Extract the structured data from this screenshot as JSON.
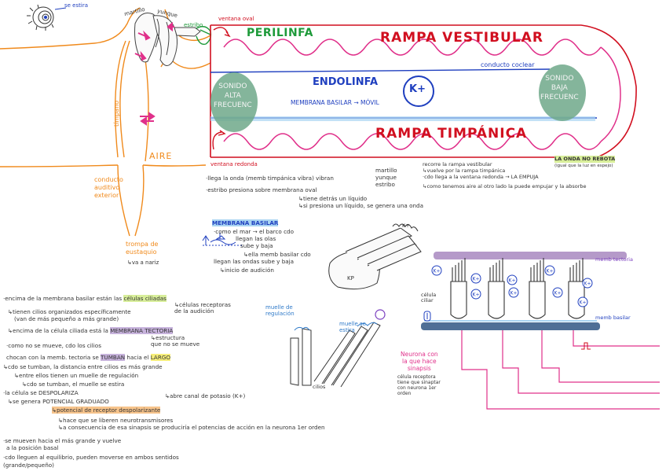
{
  "ear": {
    "se_estira": "se estira",
    "martillo": "martillo",
    "yunque": "yunque",
    "estribo": "estribo",
    "timpano": "tímpano",
    "aire": "AIRE",
    "conducto_auditivo": [
      "conducto",
      "auditivo",
      "exterior"
    ],
    "trompa": [
      "trompa de",
      "eustaquio"
    ],
    "va_nariz": "↳va a nariz"
  },
  "cochlea": {
    "ventana_oval": "ventana oval",
    "ventana_redonda": "ventana redonda",
    "perilinfa": "PERILINFA",
    "rampa_vestibular": "RAMPA  VESTIBULAR",
    "conducto_coclear": "conducto coclear",
    "endolinfa": "ENDOLINFA",
    "k_plus": "K+",
    "membrana_basilar_movil": "MEMBRANA BASILAR → MÓVIL",
    "rampa_timpanica": "RAMPA  TIMPÁNICA",
    "sonido_alta": [
      "SONIDO",
      "ALTA",
      "FRECUENC"
    ],
    "sonido_baja": [
      "SONIDO",
      "BAJA",
      "FRECUENC"
    ]
  },
  "notes_mid": {
    "l1": "·llega la onda (memb timpánica vibra) vibran",
    "l1b": [
      "martillo",
      "yunque",
      "estribo"
    ],
    "l2": "·estribo presiona sobre membrana oval",
    "l3": "↳tiene detrás un líquido",
    "l4": "↳si presiona un líquido, se genera una onda"
  },
  "notes_right": {
    "l1": "recorre la rampa vestibular",
    "l2": "↳vuelve por la rampa timpánica",
    "l3": "·cdo llega a la ventana redonda → LA EMPUJA",
    "l4": "↳como tenemos aire al otro lado la puede empujar y la absorbe",
    "onda_no_rebota": "LA ONDA NO REBOTA",
    "luz_espejo": "(igual que la luz en espejo)"
  },
  "basilar_box": {
    "title": "MEMBRANA BASILAR",
    "l1": "·como el mar → el barco cdo",
    "l2": "llegan las olas",
    "l3": "sube y baja",
    "l4": "↳ella memb basilar cdo",
    "l5": "llegan las ondas sube y baja",
    "l6": "↳inicio de audición"
  },
  "hair_cell_sketch": {
    "kp": "KP",
    "k_plus": "K+",
    "muelle_regulacion": [
      "muelle de",
      "regulación"
    ],
    "muelle_estira": [
      "muelle se",
      "estira"
    ],
    "cilios": "cilios"
  },
  "cells_diagram": {
    "memb_tectoria": "memb tectoria",
    "memb_basilar": "memb basilar",
    "celula_ciliar": [
      "célula",
      "ciliar"
    ],
    "ion": "K+",
    "neurona": [
      "Neurona con",
      "la que hace",
      "sinapsis"
    ],
    "celula_receptora": [
      "célula receptora",
      "tiene que sinaptar",
      "con neurona 1er",
      "orden"
    ]
  },
  "notes_bottom": {
    "b1": "·encima de la membrana basilar están las",
    "b1_hl": "células ciliadas",
    "b1r": [
      "↳células receptoras",
      "de la audición"
    ],
    "b2": "↳tienen cilios organizados específicamente",
    "b3": "(van de más pequeño a más grande)",
    "b4": "↳encima de la célula ciliada está la",
    "b4_hl": "MEMBRANA TECTORIA",
    "b4r": [
      "↳estructura",
      "que no se mueve"
    ],
    "b5": "·como no se mueve, cdo los   cilios",
    "b6a": "chocan con la memb. tectoria se",
    "b6_hl1": "TUMBAN",
    "b6b": "hacia el",
    "b6_hl2": "LARGO",
    "b7": "↳cdo se tumban, la distancia entre cilios es más grande",
    "b8": "↳entre ellos tienen un muelle de regulación",
    "b9": "↳cdo se tumban, el muelle  se estira",
    "b10": "·la célula se DESPOLARIZA",
    "b10r": "↳abre canal de potasio (K+)",
    "b11": "↳se genera POTENCIAL GRADUADO",
    "b12_hl": "↳potencial de receptor despolarizante",
    "b13": "↳hace que se liberen neurotransmisores",
    "b14": "↳a consecuencia de esa sinapsis se produciría el  potencias de acción en la neurona 1er orden",
    "b15": "·se mueven hacia el más grande y vuelve",
    "b16": "a la posición basal",
    "b17": "·cdo lleguen al equilibrio, pueden moverse en  ambos sentidos",
    "b18": "(grande/pequeño)"
  },
  "colors": {
    "red": "#d10f1f",
    "pink": "#e0308a",
    "green": "#1e9a3a",
    "blue": "#1f3fbf",
    "orange": "#f08a1c",
    "purple": "#b59ac9",
    "steel": "#4f6f96"
  }
}
